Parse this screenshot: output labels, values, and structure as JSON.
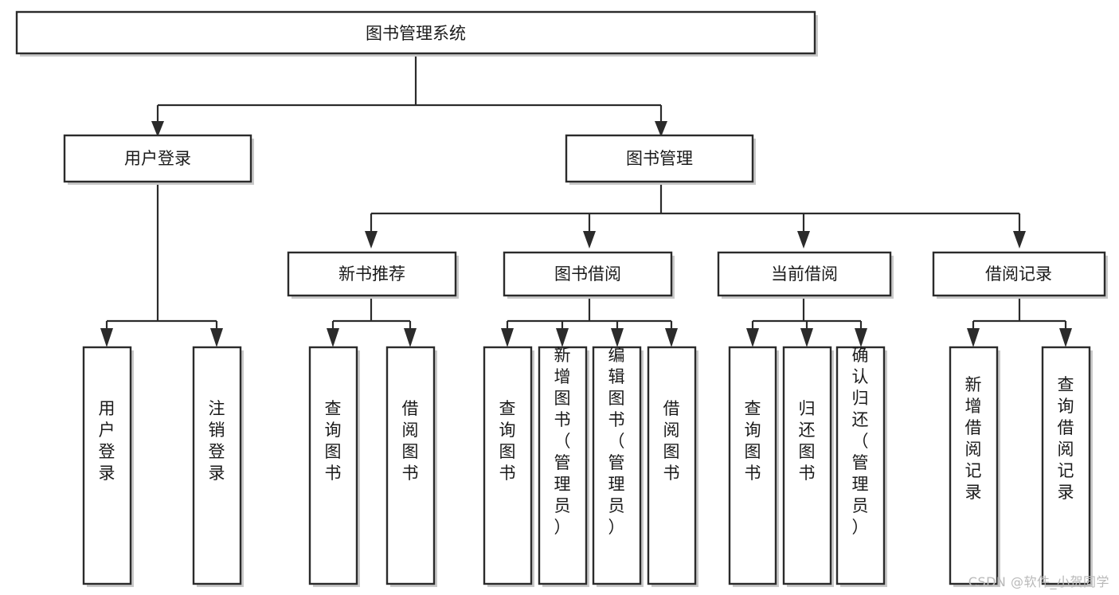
{
  "diagram": {
    "type": "tree-hierarchy-chart",
    "title": "图书管理系统",
    "watermark": "CSDN @软件_小贺同学",
    "colors": {
      "background": "#ffffff",
      "box_stroke": "#2b2b2b",
      "box_fill": "#ffffff",
      "text": "#1a1a1a",
      "shadow": "#c9c9c9",
      "watermark": "#b9b9b9"
    },
    "root": {
      "label": "图书管理系统",
      "orientation": "horizontal"
    },
    "level2": [
      {
        "label": "用户登录",
        "orientation": "horizontal"
      },
      {
        "label": "图书管理",
        "orientation": "horizontal"
      }
    ],
    "level3": [
      {
        "label": "新书推荐",
        "orientation": "horizontal"
      },
      {
        "label": "图书借阅",
        "orientation": "horizontal"
      },
      {
        "label": "当前借阅",
        "orientation": "horizontal"
      },
      {
        "label": "借阅记录",
        "orientation": "horizontal"
      }
    ],
    "leaves": {
      "user_login": [
        {
          "label": "用户登录",
          "orientation": "vertical"
        },
        {
          "label": "注销登录",
          "orientation": "vertical"
        }
      ],
      "new_book_recommend": [
        {
          "label": "查询图书",
          "orientation": "vertical"
        },
        {
          "label": "借阅图书",
          "orientation": "vertical"
        }
      ],
      "book_borrow": [
        {
          "label": "查询图书",
          "orientation": "vertical"
        },
        {
          "label": "新增图书（管理员）",
          "orientation": "vertical"
        },
        {
          "label": "编辑图书（管理员）",
          "orientation": "vertical"
        },
        {
          "label": "借阅图书",
          "orientation": "vertical"
        }
      ],
      "current_borrow": [
        {
          "label": "查询图书",
          "orientation": "vertical"
        },
        {
          "label": "归还图书",
          "orientation": "vertical"
        },
        {
          "label": "确认归还（管理员）",
          "orientation": "vertical"
        }
      ],
      "borrow_record": [
        {
          "label": "新增借阅记录",
          "orientation": "vertical"
        },
        {
          "label": "查询借阅记录",
          "orientation": "vertical"
        }
      ]
    }
  }
}
